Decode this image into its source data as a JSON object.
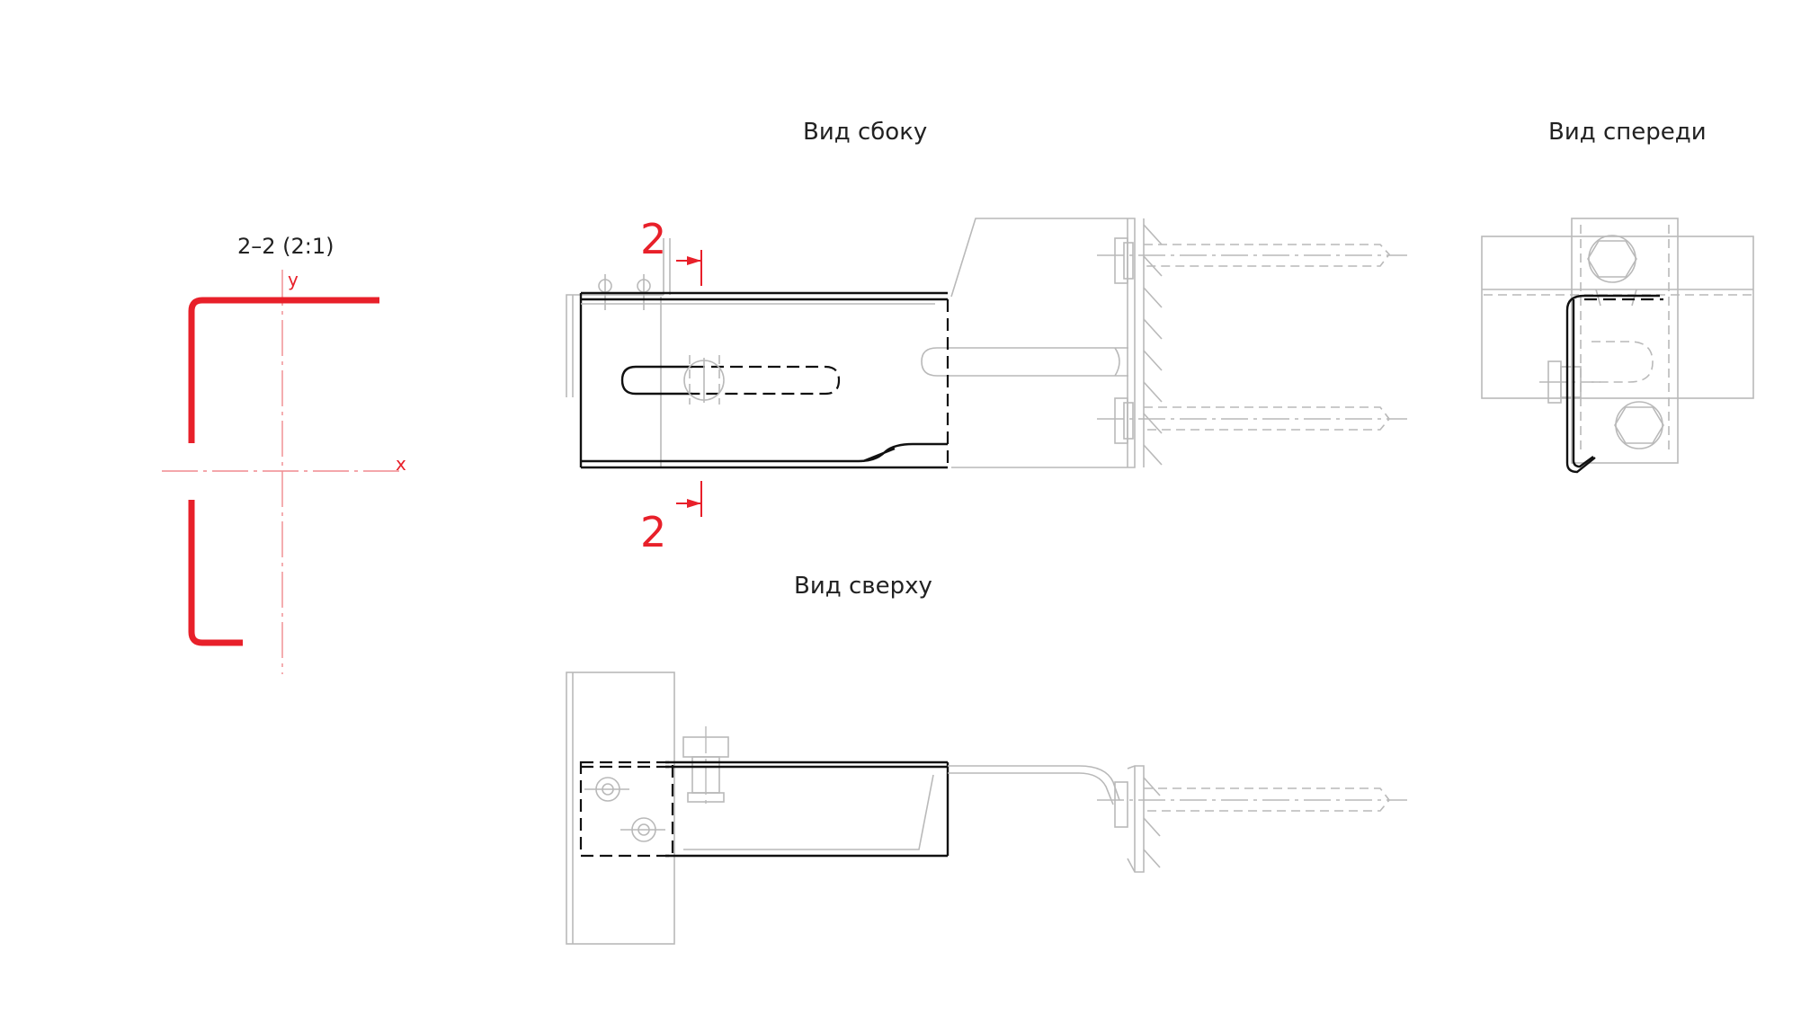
{
  "views": {
    "side_title": "Вид сбоку",
    "front_title": "Вид спереди",
    "top_title": "Вид сверху"
  },
  "section": {
    "title": "2–2 (2:1)",
    "axis_x": "x",
    "axis_y": "y",
    "cut_label_top": "2",
    "cut_label_bottom": "2"
  },
  "colors": {
    "section_red": "#e8202a",
    "main_line": "#111111",
    "ghost_line": "#b9b9b9"
  }
}
